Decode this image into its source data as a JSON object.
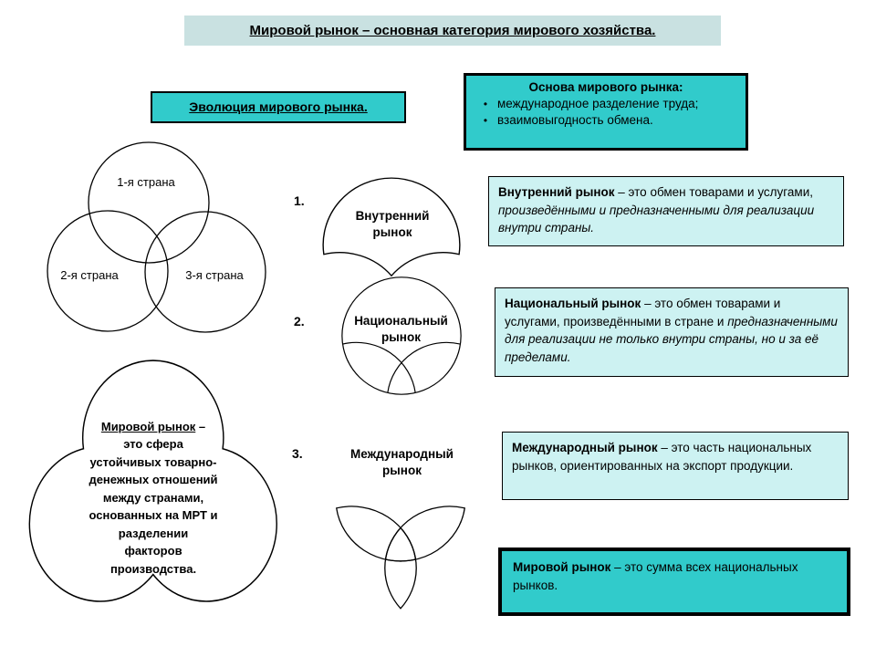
{
  "title": {
    "text": "Мировой рынок – основная категория мирового хозяйства."
  },
  "evolution": {
    "label": "Эволюция мирового рынка."
  },
  "basis": {
    "title": "Основа мирового рынка:",
    "bullet": "•",
    "bullets": [
      "международное разделение труда;",
      "взаимовыгодность обмена."
    ]
  },
  "venn": {
    "labels": [
      "1-я страна",
      "2-я страна",
      "3-я страна"
    ]
  },
  "stages": [
    {
      "num": "1.",
      "label": "Внутренний\nрынок"
    },
    {
      "num": "2.",
      "label": "Национальный\nрынок"
    },
    {
      "num": "3.",
      "label": "Международный\nрынок"
    }
  ],
  "definitions": {
    "internal": {
      "lead": "Внутренний рынок",
      "mid": " – это обмен товарами и услугами, ",
      "italic": "произведёнными и предназначенными для реализации внутри страны."
    },
    "national": {
      "lead": "Национальный рынок",
      "mid": " – это обмен товарами и услугами, произведёнными в стране  и ",
      "italic": "предназначенными для реализации не только внутри страны, но и за её пределами."
    },
    "international": {
      "lead": "Международный рынок",
      "rest": " – это часть национальных рынков, ориентированных на экспорт продукции."
    },
    "world_sum": {
      "lead": "Мировой рынок",
      "rest": " – это сумма всех национальных рынков."
    }
  },
  "world_blob": {
    "lead": "Мировой рынок",
    "rest": " –\nэто сфера\nустойчивых товарно-\nденежных отношений\nмежду странами,\nоснованных на МРТ и\nразделении\nфакторов\nпроизводства."
  },
  "colors": {
    "teal": "#31cbcb",
    "title_bg": "#c9e1e1",
    "pale_cyan": "#cdf2f2",
    "ink": "#000000"
  }
}
